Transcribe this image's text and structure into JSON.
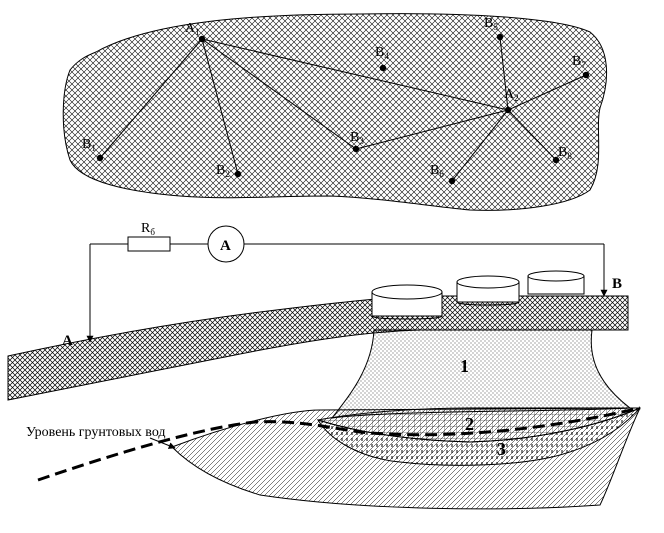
{
  "network": {
    "nodes": [
      {
        "id": "A1",
        "letter": "A",
        "sub": "1"
      },
      {
        "id": "A2",
        "letter": "A",
        "sub": "2"
      },
      {
        "id": "B1",
        "letter": "B",
        "sub": "1"
      },
      {
        "id": "B2",
        "letter": "B",
        "sub": "2"
      },
      {
        "id": "B3",
        "letter": "B",
        "sub": "3"
      },
      {
        "id": "B4",
        "letter": "B",
        "sub": "4"
      },
      {
        "id": "B5",
        "letter": "B",
        "sub": "5"
      },
      {
        "id": "B6",
        "letter": "B",
        "sub": "6"
      },
      {
        "id": "B7",
        "letter": "B",
        "sub": "7"
      },
      {
        "id": "B8",
        "letter": "B",
        "sub": "8"
      }
    ],
    "edges": [
      [
        "A1",
        "B1"
      ],
      [
        "A1",
        "B2"
      ],
      [
        "A1",
        "B3"
      ],
      [
        "A1",
        "A2"
      ],
      [
        "A2",
        "B3"
      ],
      [
        "A2",
        "B5"
      ],
      [
        "A2",
        "B6"
      ],
      [
        "A2",
        "B7"
      ],
      [
        "A2",
        "B8"
      ]
    ]
  },
  "section": {
    "resistor_letter": "R",
    "resistor_sub": "б",
    "ammeter_label": "A",
    "point_a": "A",
    "point_b": "B",
    "zone1": "1",
    "zone2": "2",
    "zone3": "3",
    "groundwater_label": "Уровень грунтовых вод"
  }
}
